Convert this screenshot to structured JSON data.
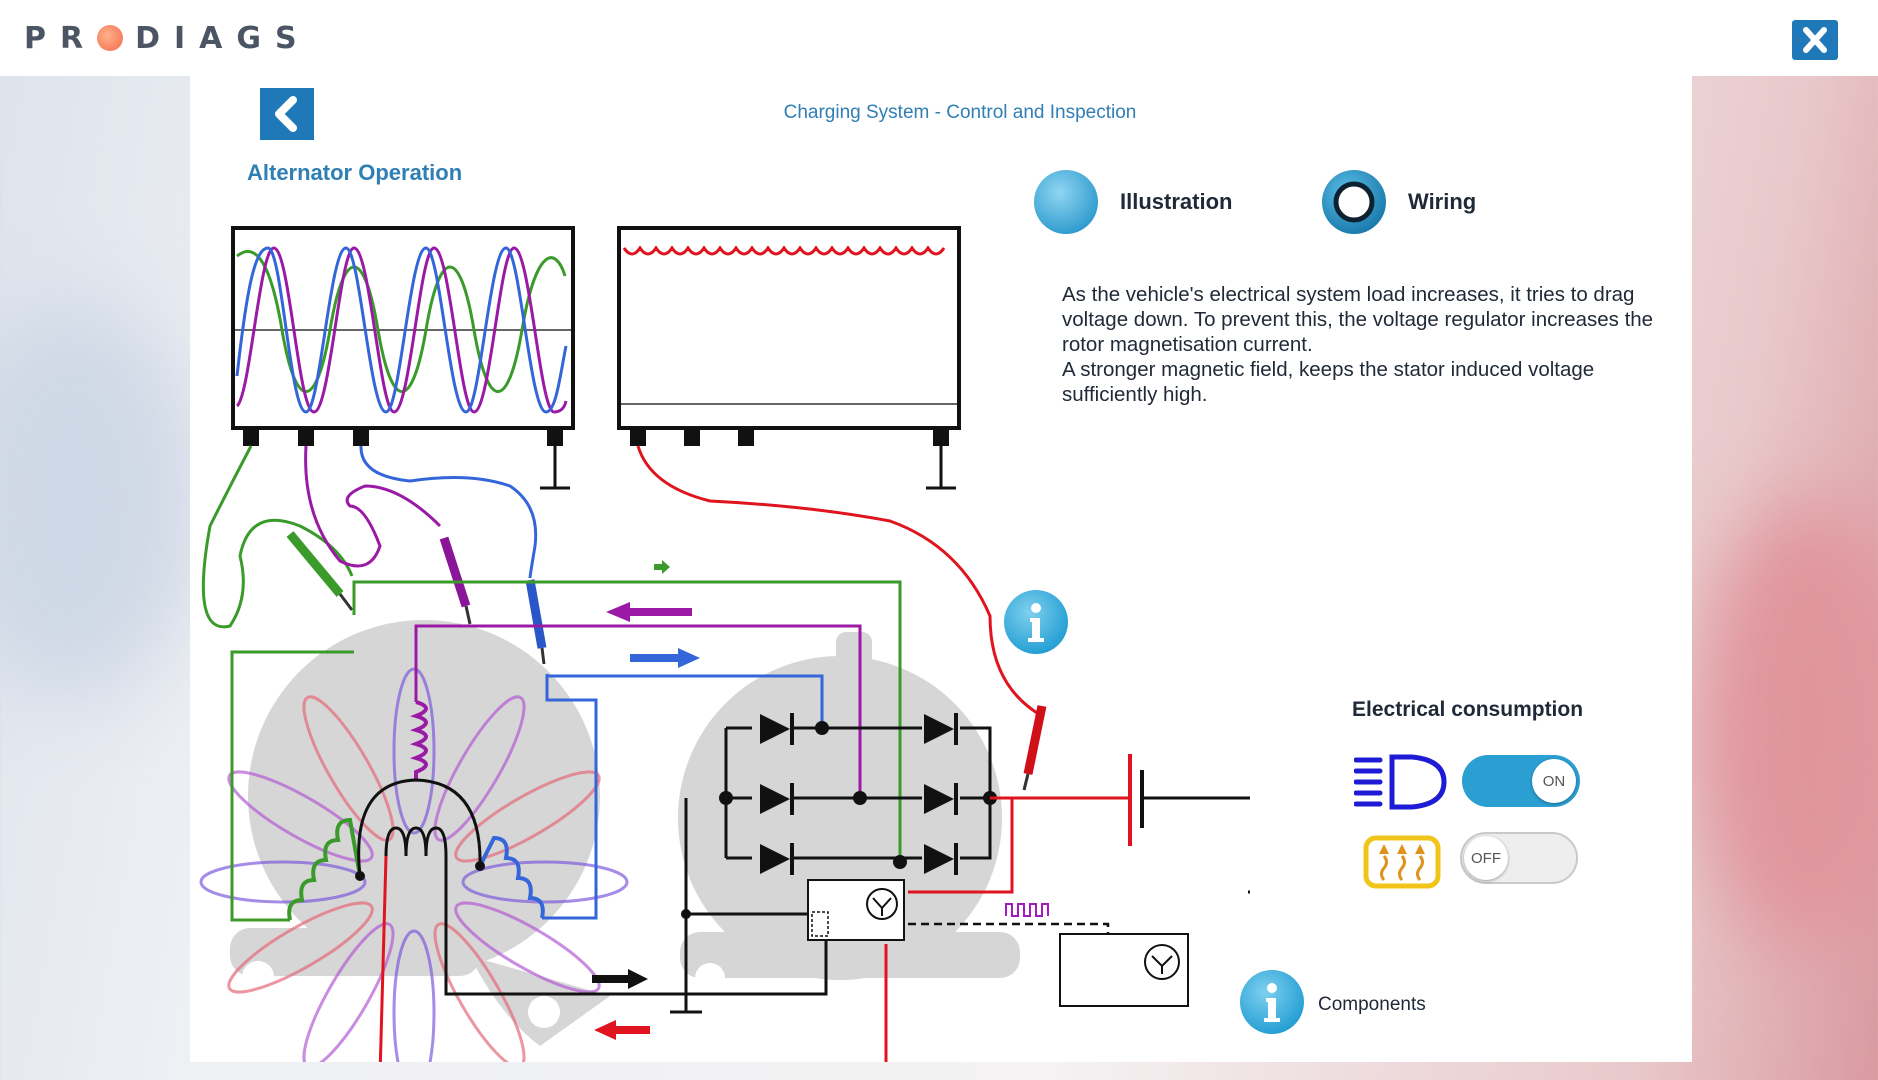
{
  "app": {
    "logo_text": "PRODIAGS",
    "logo_letters_left": "PR",
    "logo_letters_right": "DIAGS"
  },
  "header": {
    "title": "Charging System - Control and Inspection",
    "subtitle": "Alternator Operation"
  },
  "view_options": [
    {
      "label": "Illustration",
      "selected": false
    },
    {
      "label": "Wiring",
      "selected": true
    }
  ],
  "description": {
    "paragraph1": "As the vehicle's electrical system load increases, it tries to drag voltage down. To prevent this, the voltage regulator increases the rotor magnetisation current.",
    "paragraph2": "A stronger magnetic field, keeps the stator induced voltage sufficiently high."
  },
  "electrical_consumption": {
    "title": "Electrical consumption",
    "loads": [
      {
        "icon": "headlight-icon",
        "state": "ON"
      },
      {
        "icon": "rear-defroster-icon",
        "state": "OFF"
      }
    ]
  },
  "components": {
    "label": "Components"
  },
  "colors": {
    "accent": "#1f79b8",
    "title_blue": "#2f7fb5",
    "phase_green": "#3a9a2a",
    "phase_purple": "#9a1aa5",
    "phase_blue": "#3466d9",
    "battery_red": "#e0141e"
  }
}
